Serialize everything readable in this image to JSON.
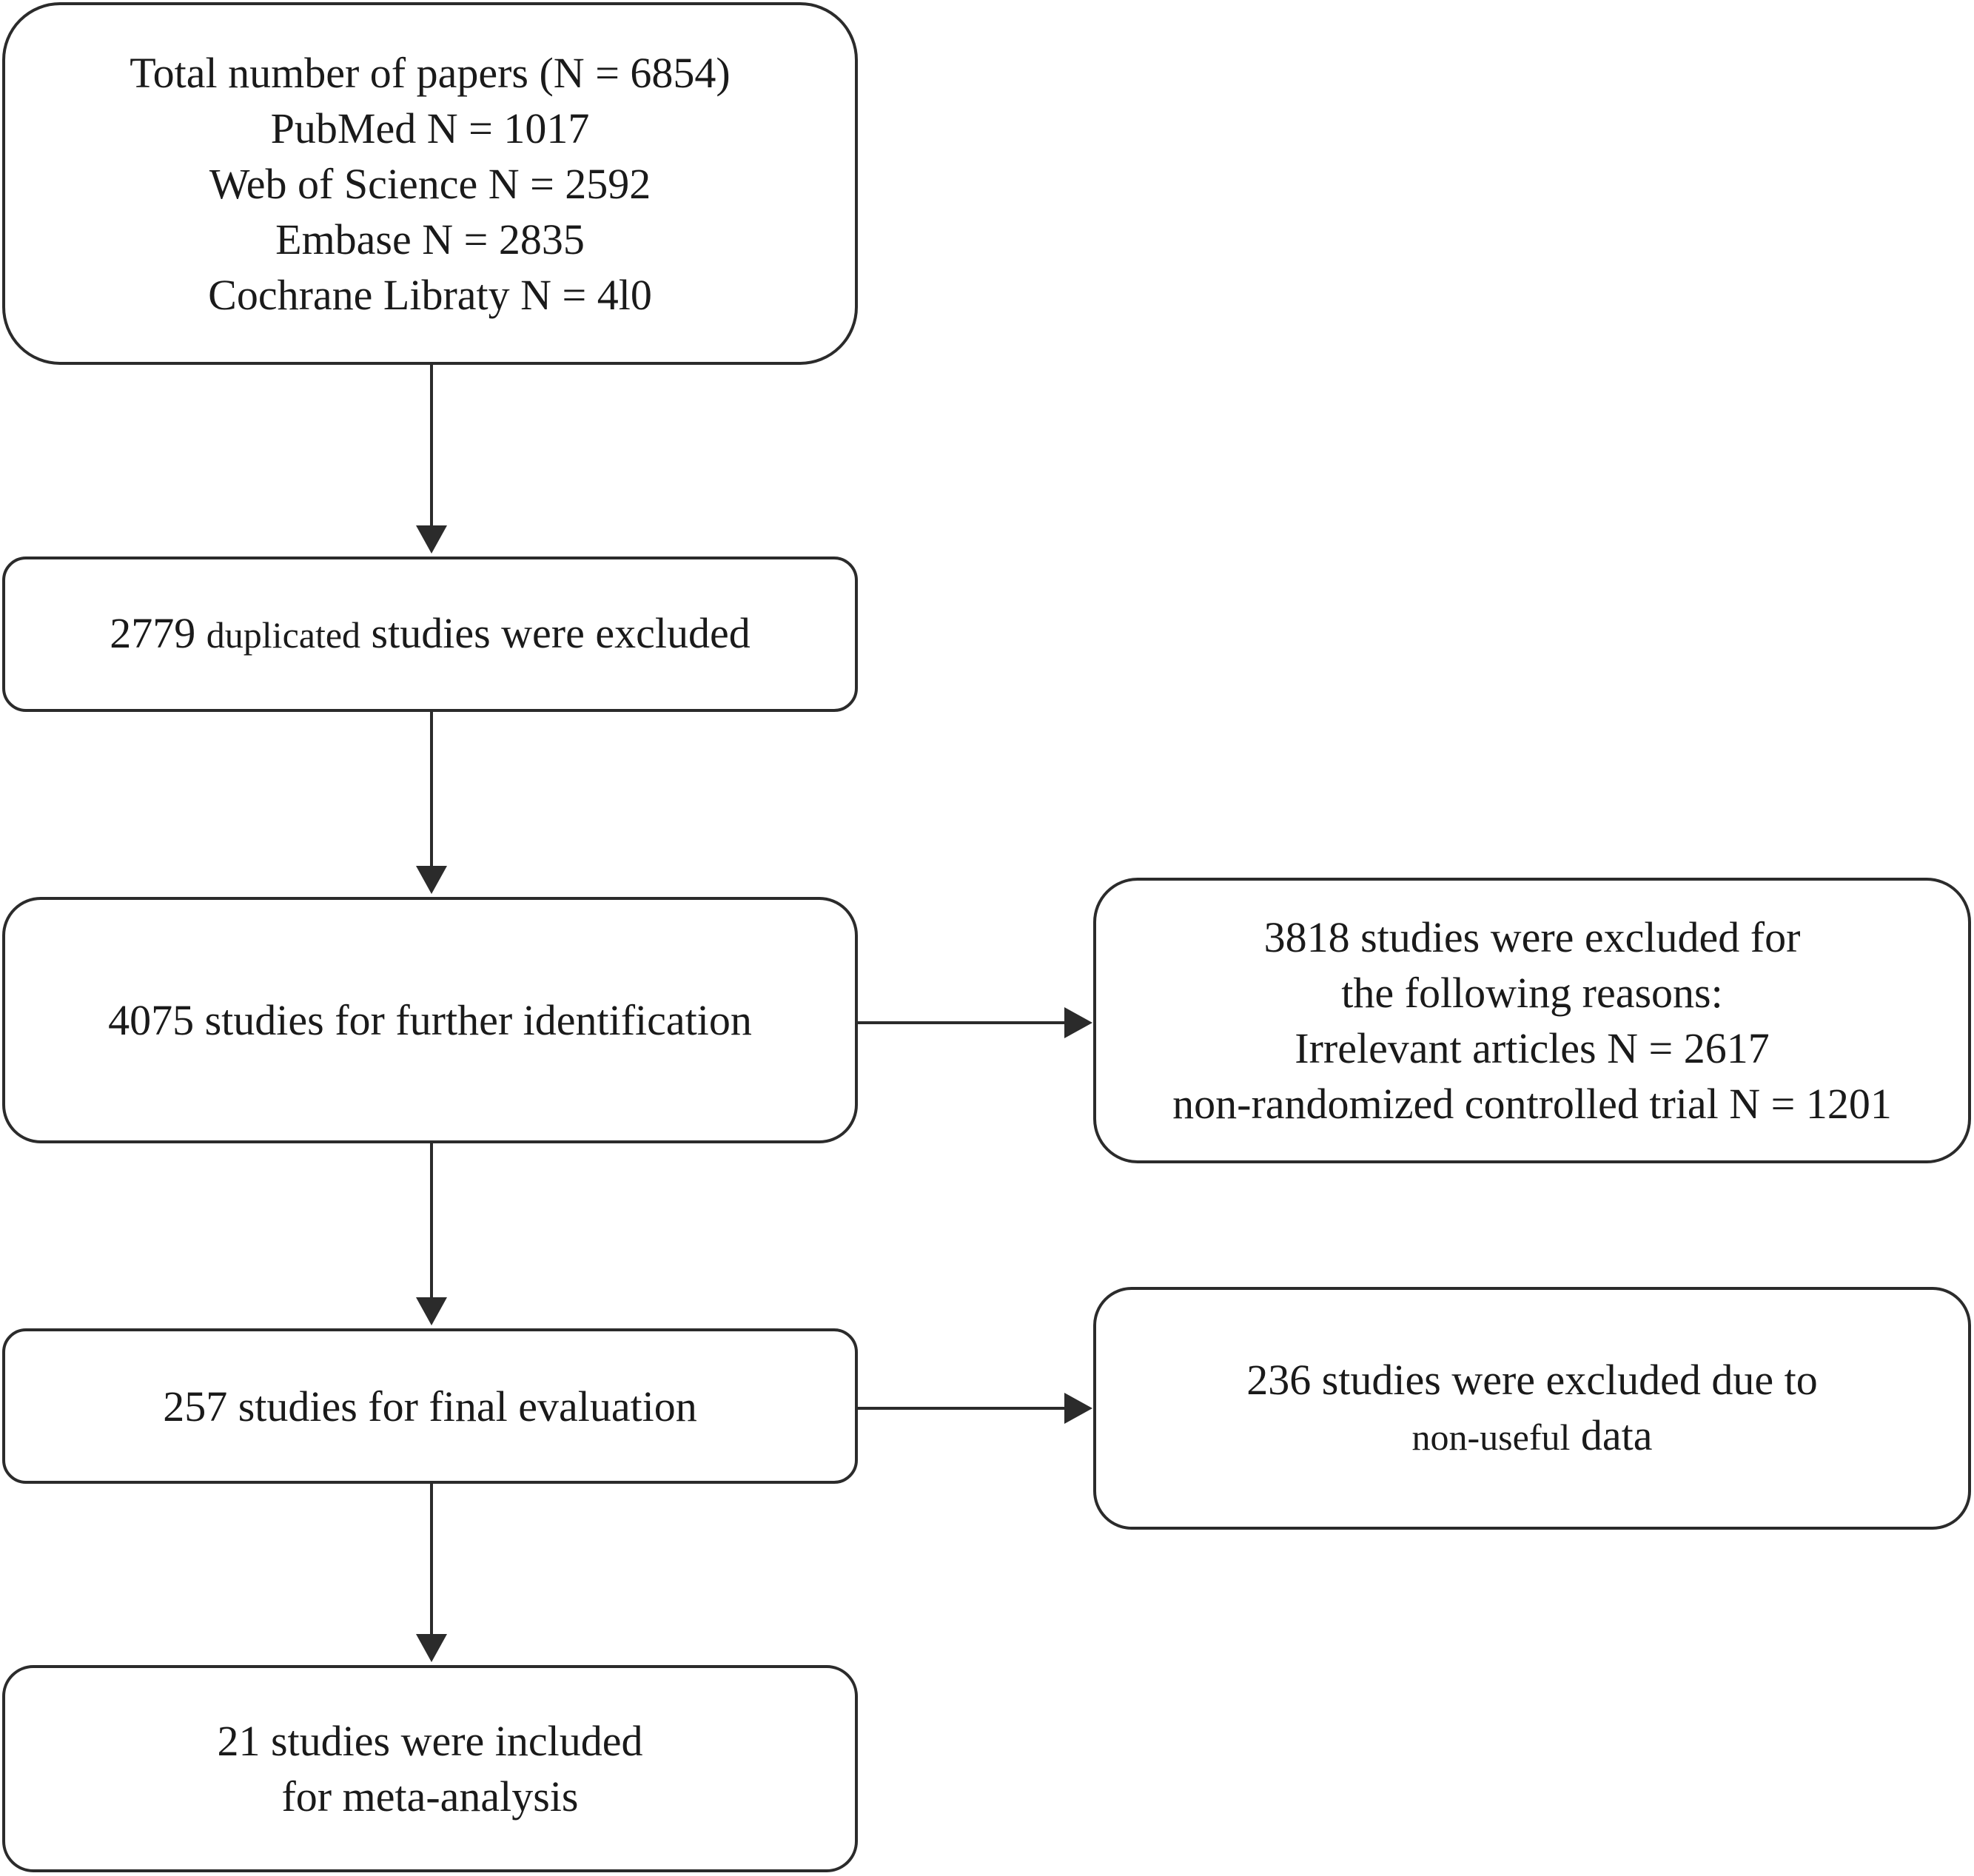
{
  "boxes": {
    "total": {
      "lines": [
        "Total number of papers (N = 6854)",
        "PubMed N = 1017",
        "Web of Science N = 2592",
        "Embase N = 2835",
        "Cochrane Libraty N = 4l0"
      ]
    },
    "duplicated": {
      "count": "2779",
      "small_word": "duplicated",
      "rest": "studies were excluded"
    },
    "further": {
      "text": "4075 studies for further identification"
    },
    "final": {
      "text": "257 studies for final evaluation"
    },
    "included": {
      "lines": [
        "21 studies were included",
        "for meta-analysis"
      ]
    },
    "excluded_reasons": {
      "lines": [
        "3818 studies were excluded for",
        "the following reasons:",
        "Irrelevant articles N = 2617",
        "non-randomized controlled trial N = 1201"
      ]
    },
    "excluded_data": {
      "line1": "236 studies were excluded due to",
      "small_part": "non-useful",
      "rest": "data"
    }
  },
  "colors": {
    "stroke": "#2b2b2b",
    "text": "#1a1a1a",
    "background": "#ffffff"
  }
}
